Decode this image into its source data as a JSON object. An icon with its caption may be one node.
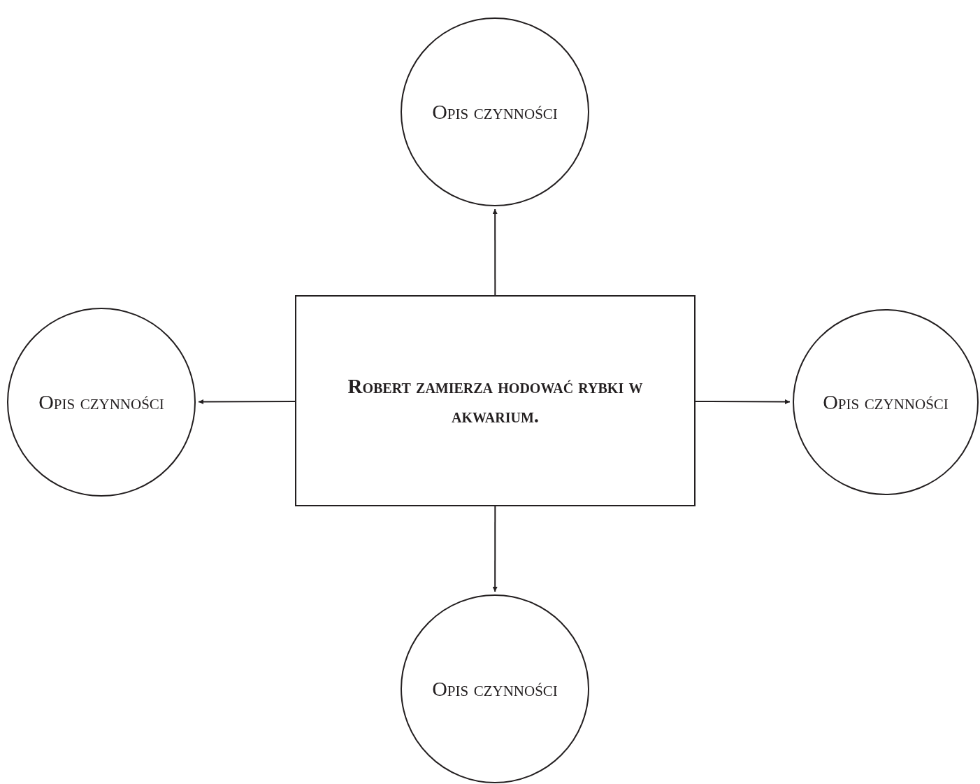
{
  "diagram": {
    "nodes": [
      {
        "text": [
          "Opis czynności"
        ]
      },
      {
        "text": [
          "Opis czynności"
        ]
      },
      {
        "text": [
          "Robert zamierza hodować rybki w akwarium."
        ]
      },
      {
        "text": [
          "Opis czynności"
        ]
      },
      {
        "text": [
          "Opis czynności"
        ]
      }
    ],
    "edges": [
      {
        "from": 2,
        "to": 0,
        "arrow": "to"
      },
      {
        "from": 2,
        "to": 1,
        "arrow": "to"
      },
      {
        "from": 2,
        "to": 3,
        "arrow": "to"
      },
      {
        "from": 2,
        "to": 4,
        "arrow": "to"
      }
    ]
  }
}
